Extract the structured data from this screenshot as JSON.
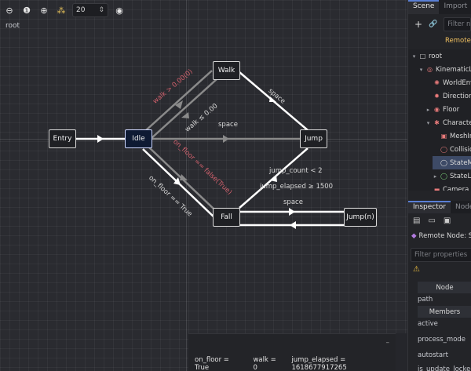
{
  "toolbar": {
    "zoom_value": "20",
    "icons": [
      "minus-circle-icon",
      "reset-zoom-icon",
      "plus-circle-icon",
      "snap-icon",
      "spin-arrows-icon",
      "eye-icon"
    ],
    "zoom_out_glyph": "⊖",
    "reset_glyph": "❶",
    "zoom_in_glyph": "⊕",
    "snap_glyph": "⁂",
    "spin_glyph": "⇕",
    "eye_glyph": "◉"
  },
  "breadcrumb": "root",
  "states": {
    "entry": "Entry",
    "idle": "Idle",
    "walk": "Walk",
    "jump": "Jump",
    "fall": "Fall",
    "jumpn": "Jump(n)"
  },
  "transitions": {
    "idle_walk": "walk > 0.00(0)",
    "walk_idle": "walk ≤ 0.00",
    "idle_jump": "space",
    "walk_jump": "space",
    "idle_fall": "on_floor == false(True)",
    "fall_idle": "on_floor == True",
    "jump_fall_1": "jump_count < 2",
    "jump_fall_2": "jump_elapsed ≥ 1500",
    "fall_jumpn": "space"
  },
  "status": {
    "dash": "–",
    "on_floor": "on_floor = True",
    "walk": "walk = 0",
    "jump_elapsed": "jump_elapsed = 1618677917265"
  },
  "dock": {
    "tab_scene": "Scene",
    "tab_import": "Import",
    "add_glyph": "+",
    "link_glyph": "🔗",
    "filter_nodes_placeholder": "Filter nodes",
    "remote_label": "Remote",
    "tree": [
      {
        "label": "root",
        "icon": "node-icon",
        "indent": 0,
        "caret": "▾"
      },
      {
        "label": "KinematicLayer",
        "icon": "kinematic-icon",
        "indent": 1,
        "caret": "▾"
      },
      {
        "label": "WorldEnvironment",
        "icon": "world-icon",
        "indent": 2,
        "caret": ""
      },
      {
        "label": "DirectionalLight",
        "icon": "light-icon",
        "indent": 2,
        "caret": ""
      },
      {
        "label": "Floor",
        "icon": "spatial-icon",
        "indent": 2,
        "caret": "▸"
      },
      {
        "label": "Character",
        "icon": "character-icon",
        "indent": 2,
        "caret": "▾"
      },
      {
        "label": "MeshInstance",
        "icon": "mesh-icon",
        "indent": 3,
        "caret": ""
      },
      {
        "label": "CollisionShape",
        "icon": "collision-icon",
        "indent": 3,
        "caret": ""
      },
      {
        "label": "StateMachine",
        "icon": "state-icon",
        "indent": 3,
        "caret": "",
        "selected": true
      },
      {
        "label": "StateLayer",
        "icon": "layer-icon",
        "indent": 3,
        "caret": "▸"
      },
      {
        "label": "Camera",
        "icon": "camera-icon",
        "indent": 2,
        "caret": ""
      }
    ],
    "tab_inspector": "Inspector",
    "tab_node": "Node",
    "remote_node_label": "Remote Node: StateMachine",
    "filter_properties_placeholder": "Filter properties",
    "warning_glyph": "⚠",
    "section_node": "Node",
    "prop_path": "path",
    "section_members": "Members",
    "prop_active": "active",
    "prop_process_mode": "process_mode",
    "prop_autostart": "autostart",
    "prop_is_update_locked": "is_update_locked"
  },
  "colors": {
    "edge_active": "#ffffff",
    "edge_inactive": "#8a8a8a",
    "condition_red": "#d0606c",
    "selected_node": "#0e1a33",
    "remote_orange": "#f0c060"
  }
}
